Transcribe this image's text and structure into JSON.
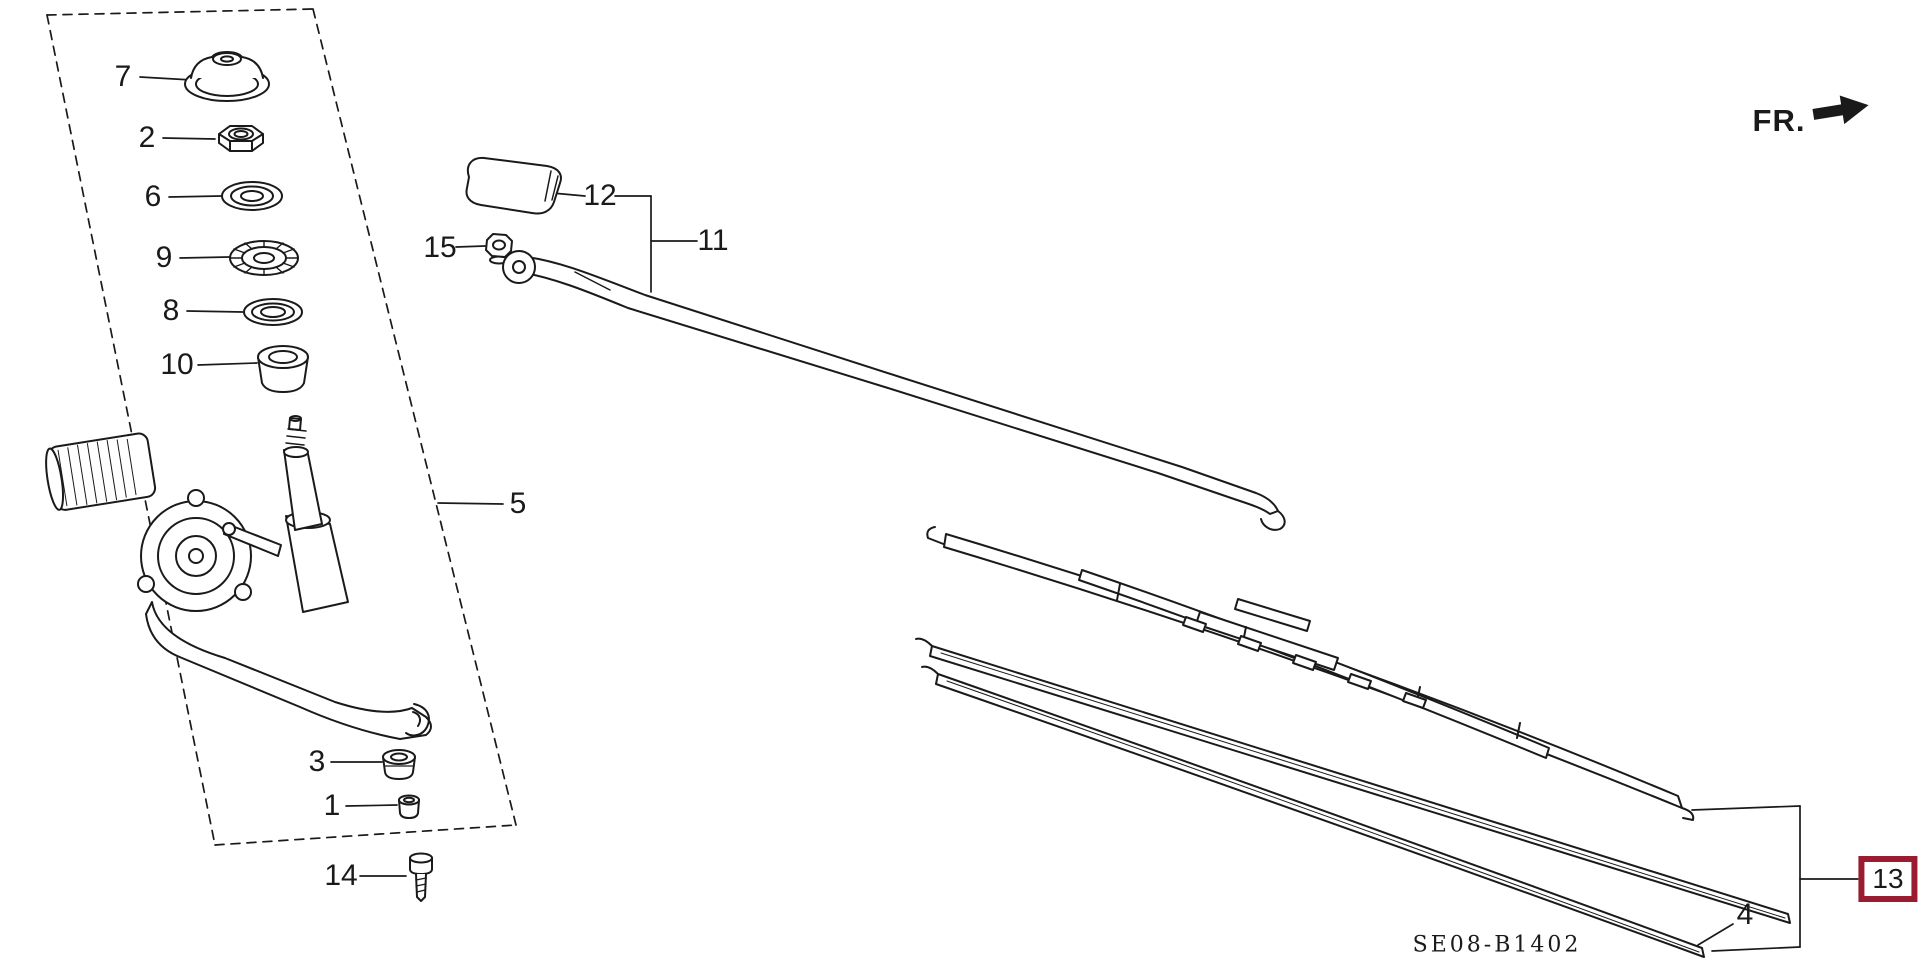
{
  "diagram": {
    "code": "SE08-B1402",
    "direction": {
      "label": "FR."
    },
    "selected_callout": "13",
    "highlight_border_color": "#9a1c31",
    "line_color": "#1a1a1a",
    "callouts": [
      {
        "num": "7"
      },
      {
        "num": "2"
      },
      {
        "num": "6"
      },
      {
        "num": "9"
      },
      {
        "num": "8"
      },
      {
        "num": "10"
      },
      {
        "num": "5"
      },
      {
        "num": "3"
      },
      {
        "num": "1"
      },
      {
        "num": "14"
      },
      {
        "num": "12"
      },
      {
        "num": "15"
      },
      {
        "num": "11"
      },
      {
        "num": "13"
      },
      {
        "num": "4"
      }
    ]
  }
}
